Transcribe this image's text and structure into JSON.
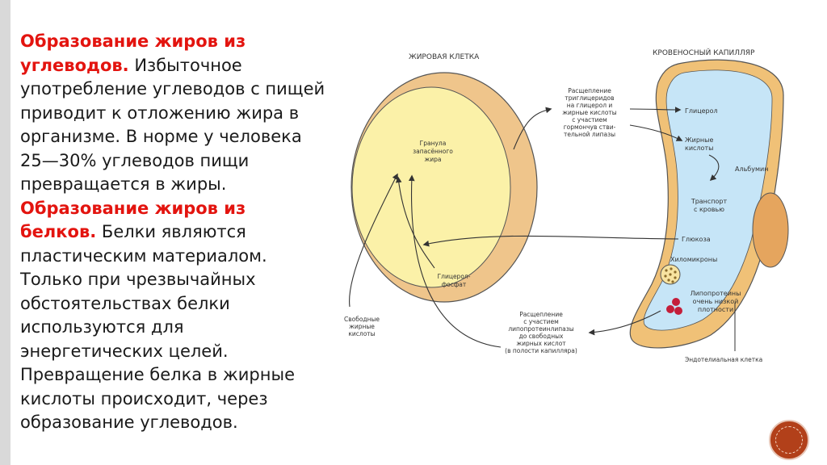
{
  "slide": {
    "p1_heading": "Образование жиров из углеводов.",
    "p1_body": " Избыточное употребление углеводов с пищей приводит к отложению жира в организме. В норме у человека 25—30% углеводов пищи превращается в жиры.",
    "p2_heading": "Образование жиров из белков.",
    "p2_body": " Белки являются пластическим материалом. Только при чрезвычайных обстоятельствах белки используются для энергетических целей. Превращение белка в жирные кислоты происходит, через образование углеводов."
  },
  "diagram": {
    "fat_cell_title": "ЖИРОВАЯ КЛЕТКА",
    "capillary_title": "КРОВЕНОСНЫЙ КАПИЛЛЯР",
    "granule": [
      "Гранула",
      "запасённого",
      "жира"
    ],
    "hydrolysis": [
      "Расщепление",
      "триглицеридов",
      "на глицерол и",
      "жирные кислоты",
      "с участием",
      "гормончув стви-",
      "тельной липазы"
    ],
    "glycerol": "Глицерол",
    "fatty_acids": [
      "Жирные",
      "кислоты"
    ],
    "albumin": "Альбумин",
    "transport": [
      "Транспорт",
      "с кровью"
    ],
    "glucose": "Глюкоза",
    "chylomicrons": "Хиломикроны",
    "lipoproteins": [
      "Липопротеины",
      "очень низкой",
      "плотности"
    ],
    "glycerol_phosphate": [
      "Глицерол-",
      "фосфат"
    ],
    "free_fatty_acids": [
      "Свободные",
      "жирные",
      "кислоты"
    ],
    "lipase": [
      "Расщепление",
      "с участием",
      "липопротеинлипазы",
      "до свободных",
      "жирных кислот",
      "(в полости капилляра)"
    ],
    "endothelial": "Эндотелиальная клетка"
  },
  "colors": {
    "highlight": "#e3140f",
    "cell_wall": "#efc58b",
    "cytoplasm": "#fbf1a8",
    "plasma": "#c6e5f7",
    "capillary_wall": "#f0c177",
    "nucleus": "#e5a55e",
    "ldl_dots": "#c41e3a"
  }
}
